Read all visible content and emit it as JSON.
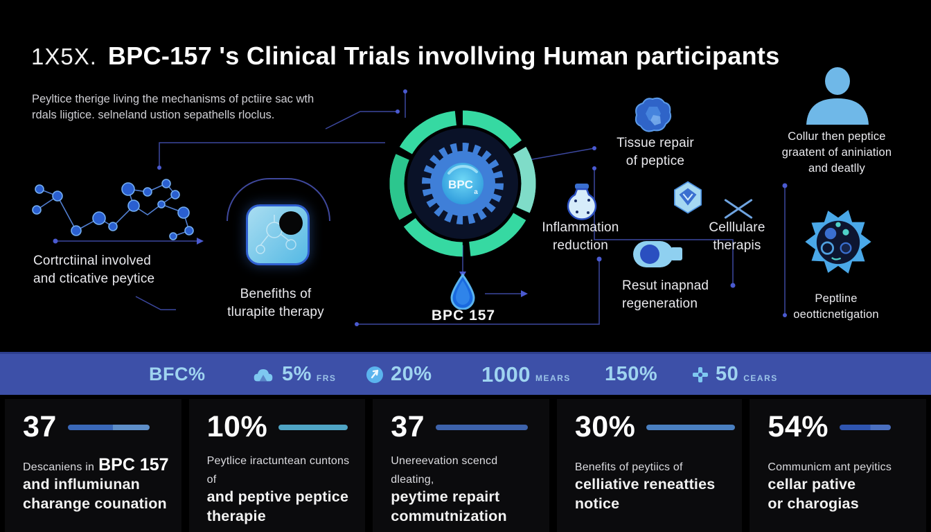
{
  "header": {
    "prefix": "1X5X.",
    "title": "BPC-157 's Clinical Trials invollving Human participants",
    "subtitle1": "Peyltice therige living the mechanisms of pctiire sac wth",
    "subtitle2": "rdals liigtice. selneland ustion sepathells rloclus."
  },
  "diagram": {
    "molecule_label1": "Cortrctiinal involved",
    "molecule_label2": "and cticative peytice",
    "benefits_label1": "Benefiths of",
    "benefits_label2": "tlurapite therapy",
    "hub_text": "BPC",
    "hub_sub": "a",
    "droplet_label": "BPC 157",
    "tissue_label1": "Tissue repair",
    "tissue_label2": "of peptice",
    "inflammation_label1": "Inflammation",
    "inflammation_label2": "reduction",
    "cellular_label1": "Celllulare",
    "cellular_label2": "therapis",
    "regen_label1": "Resut inapnad",
    "regen_label2": "regeneration",
    "person_label1": "Collur then peptice",
    "person_label2": "graatent of aniniation",
    "person_label3": "and deatlly",
    "virus_label1": "Peptline",
    "virus_label2": "oeotticnetigation"
  },
  "stats_bar": {
    "items": [
      {
        "value": "BFC%",
        "unit": ""
      },
      {
        "value": "5%",
        "unit": "FRS"
      },
      {
        "value": "20%",
        "unit": ""
      },
      {
        "value": "1000",
        "unit": "MEARS"
      },
      {
        "value": "150%",
        "unit": ""
      },
      {
        "value": "50",
        "unit": "CEARS"
      }
    ]
  },
  "stat_cards": [
    {
      "value": "37",
      "line1": "Descaniens in",
      "line1_bold": "BPC 157",
      "line2": "and influmiunan",
      "line3": "charange counation"
    },
    {
      "value": "10%",
      "line1": "Peytlice iractuntean cuntons of",
      "line1_bold": "",
      "line2": "and peptive peptice",
      "line3": "therapie"
    },
    {
      "value": "37",
      "line1": "Unereevation scencd dleating,",
      "line1_bold": "",
      "line2": "peytime repairt",
      "line3": "commutnization"
    },
    {
      "value": "30%",
      "line1": "Benefits of peytiics of",
      "line1_bold": "",
      "line2": "celliative reneatties",
      "line3": "notice"
    },
    {
      "value": "54%",
      "line1": "Communicm ant peyitics",
      "line1_bold": "",
      "line2": "cellar pative",
      "line3": "or charogias"
    }
  ],
  "colors": {
    "background": "#000000",
    "stats_bar_bg": "#3d50a8",
    "ring_green": "#36d9a2",
    "gear_blue": "#3f7fd8",
    "hub_cyan": "#4ec2ee",
    "droplet_blue": "#1a6ae0",
    "light_blue": "#8fd0f0",
    "connector_indigo": "#3c48a0"
  }
}
